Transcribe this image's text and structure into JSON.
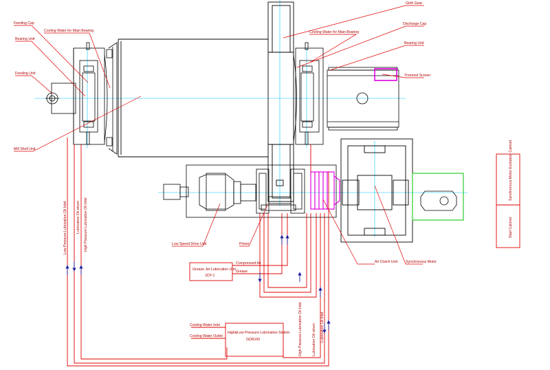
{
  "colors": {
    "lines": "#000000",
    "leaders": "#e00000",
    "pipes": "#e00000",
    "centerlines": "#00c8ff",
    "air_clutch": "#e000e0",
    "motor_exciter": "#00c000",
    "arrows": "#2020a0"
  },
  "labels": {
    "feeding_cap": "Feeding Cap",
    "cooling_water_main_bearing_left": "Cooling Water for Main Bearing",
    "bearing_unit_left": "Bearing Unit",
    "feeding_unit": "Feeding Unit",
    "mill_shell_unit": "Mill Shell Unit",
    "girth_gear": "Girth Gear",
    "cooling_water_main_bearing_right": "Cooling Water for Main Bearing",
    "discharge_cap": "Discharge Cap",
    "bearing_unit_right": "Bearing Unit",
    "trommel_screen": "Trommel Screen",
    "low_speed_drive_unit": "Low Speed Drive Unit",
    "pinion": "Pinion",
    "air_clutch_unit": "Air Clutch Unit",
    "synchronous_motor": "Synchronous Motor",
    "grease_title": "Grease Jet Lubrication Unit",
    "grease_model": "JCP-1",
    "compressed_air": "Compressed Air",
    "grease": "Grease",
    "cooling_water_inlet": "Cooling Water Inlet",
    "cooling_water_outlet": "Cooling Water Outlet",
    "station_title": "High&Low Pressure Lubrication Station",
    "station_model": "GDR100",
    "low_pressure_inlet": "Low Pressure Lubrication Oil Inlet",
    "lubrication_oil_return": "Lubrication Oil return",
    "high_pressure_inlet": "High Pressure Lubrication Oil Inlet",
    "hp_inlet_right": "High Pressure Lubrication Oil Inlet",
    "lub_return_right": "Lubrication Oil return",
    "lp_inlet_right": "Lubrication Oil Inlet",
    "sync_motor_cabinet": "Synchronous Motor Excitation Cabinet",
    "start_cabinet": "Start Cabinet"
  }
}
